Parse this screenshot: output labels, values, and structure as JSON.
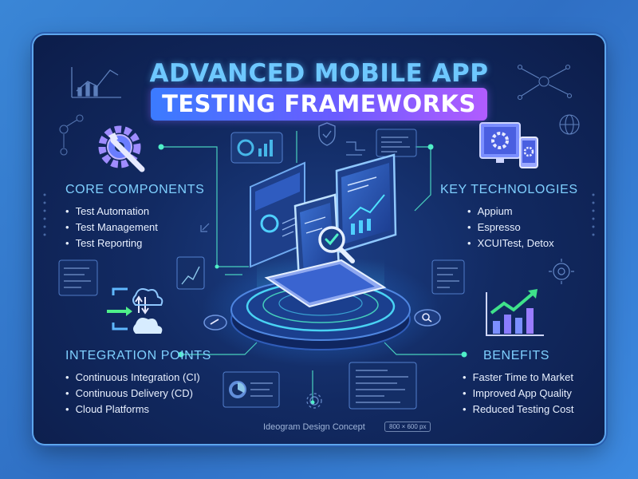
{
  "header": {
    "title_line1": "ADVANCED MOBILE APP",
    "title_line2": "TESTING FRAMEWORKS"
  },
  "sections": {
    "core": {
      "heading": "CORE COMPONENTS",
      "items": [
        "Test Automation",
        "Test Management",
        "Test Reporting"
      ]
    },
    "key_tech": {
      "heading": "KEY TECHNOLOGIES",
      "items": [
        "Appium",
        "Espresso",
        "XCUITest, Detox"
      ]
    },
    "integration": {
      "heading": "INTEGRATION POINTS",
      "items": [
        "Continuous Integration (CI)",
        "Continuous Delivery (CD)",
        "Cloud Platforms"
      ]
    },
    "benefits": {
      "heading": "BENEFITS",
      "items": [
        "Faster Time to Market",
        "Improved App Quality",
        "Reduced Testing Cost"
      ]
    }
  },
  "footer": {
    "concept": "Ideogram Design Concept",
    "size": "800 × 600 px"
  },
  "icons": {
    "core": "gear-wrench-icon",
    "key_tech": "devices-gear-icon",
    "integration": "sync-cloud-icon",
    "benefits": "growth-chart-icon",
    "center": "magnifier-check-icon"
  },
  "colors": {
    "background": "#2f6fc4",
    "panel": "#122a62",
    "accent_cyan": "#6ec8ff",
    "accent_purple": "#8a5cff",
    "accent_green": "#3fe28a",
    "text": "#e8f0ff"
  }
}
